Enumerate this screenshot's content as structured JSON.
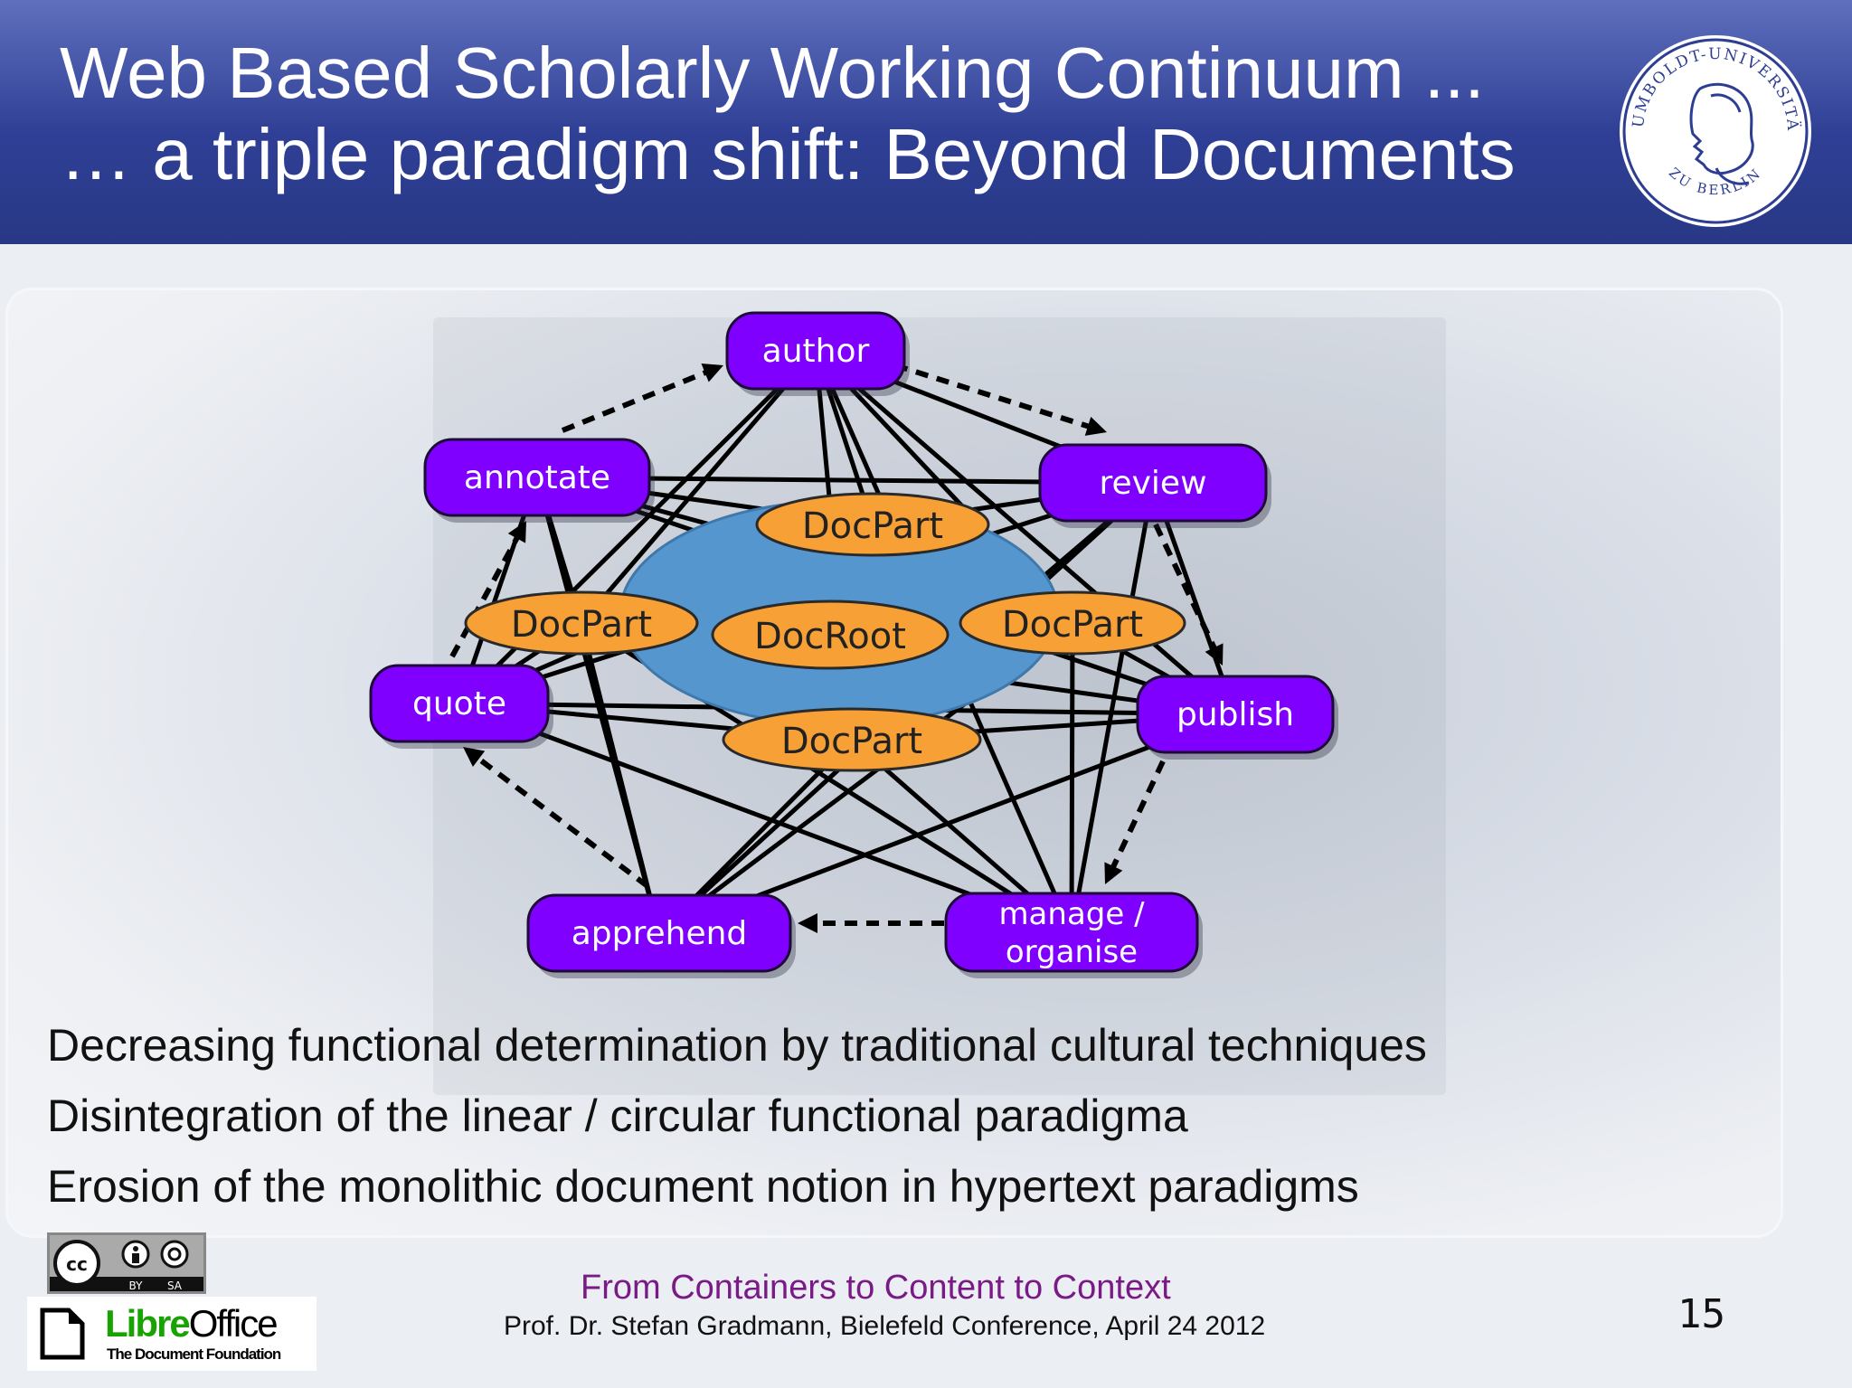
{
  "header": {
    "title_line1": "Web Based Scholarly Working Continuum ...",
    "title_line2": "… a triple paradigm shift: Beyond Documents",
    "seal": {
      "top_text": "HUMBOLDT-UNIVERSITÄT",
      "bottom_text": "ZU BERLIN"
    }
  },
  "diagram": {
    "activities": [
      {
        "id": "author",
        "lines": [
          "author"
        ]
      },
      {
        "id": "annotate",
        "lines": [
          "annotate"
        ]
      },
      {
        "id": "review",
        "lines": [
          "review"
        ]
      },
      {
        "id": "quote",
        "lines": [
          "quote"
        ]
      },
      {
        "id": "publish",
        "lines": [
          "publish"
        ]
      },
      {
        "id": "apprehend",
        "lines": [
          "apprehend"
        ]
      },
      {
        "id": "manage",
        "lines": [
          "manage /",
          "organise"
        ]
      }
    ],
    "document_parts": [
      {
        "id": "dp_top",
        "label": "DocPart"
      },
      {
        "id": "dp_left",
        "label": "DocPart"
      },
      {
        "id": "dp_right",
        "label": "DocPart"
      },
      {
        "id": "dp_bottom",
        "label": "DocPart"
      },
      {
        "id": "root",
        "label": "DocRoot"
      }
    ],
    "colors": {
      "activity_fill": "#8000ff",
      "docpart_fill": "#f7a035",
      "document_fill": "#5596cf",
      "line": "#000000"
    }
  },
  "bullets": [
    "Decreasing functional determination by traditional cultural techniques",
    "Disintegration of the linear / circular functional paradigma",
    "Erosion of the monolithic document notion in hypertext paradigms"
  ],
  "footer": {
    "title": "From Containers to Content to Context",
    "subtitle": "Prof. Dr. Stefan Gradmann, Bielefeld Conference, April 24 2012",
    "page_number": "15",
    "license_labels": [
      "BY",
      "SA"
    ],
    "libreoffice": {
      "libre": "Libre",
      "office": "Office",
      "tagline": "The Document Foundation"
    }
  }
}
